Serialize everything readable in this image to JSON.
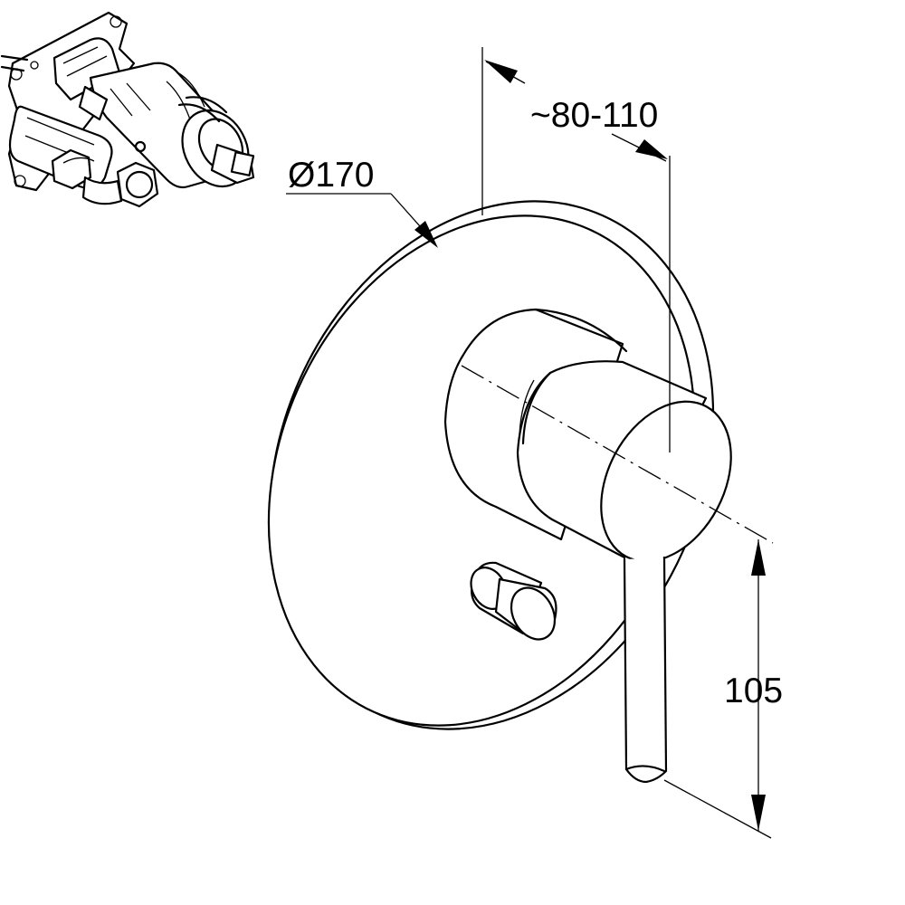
{
  "dimensions": {
    "diameter": "Ø170",
    "projection": "~80-110",
    "lever_height": "105"
  },
  "colors": {
    "line": "#000000",
    "background": "#ffffff"
  }
}
